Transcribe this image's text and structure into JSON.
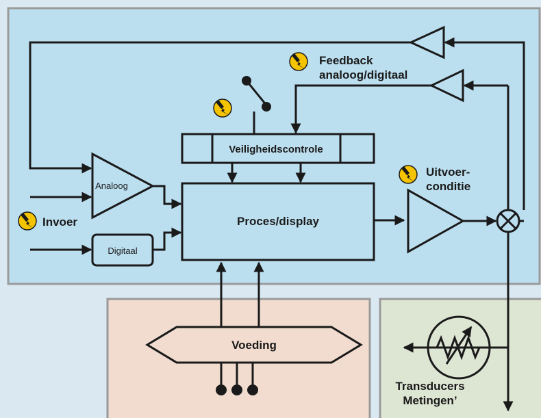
{
  "colors": {
    "page_background": "#d9e8f1",
    "main_panel": "#bcdff0",
    "power_panel": "#f1dccf",
    "transducer_panel": "#dde5d3",
    "panel_border": "#9a9a9a",
    "line": "#1a1a1a",
    "badge_fill": "#f5c400"
  },
  "labels": {
    "feedback": "Feedback",
    "feedback_sub": "analoog/digitaal",
    "safety_control": "Veiligheidscontrole",
    "output_condition": "Uitvoer-",
    "output_condition_sub": "conditie",
    "analog": "Analoog",
    "digital": "Digitaal",
    "input": "Invoer",
    "process_display": "Proces/display",
    "power": "Voeding",
    "transducers": "Transducers",
    "measurements": "Metingen’"
  },
  "icons": {
    "badge": "lightning-bolt-icon"
  }
}
